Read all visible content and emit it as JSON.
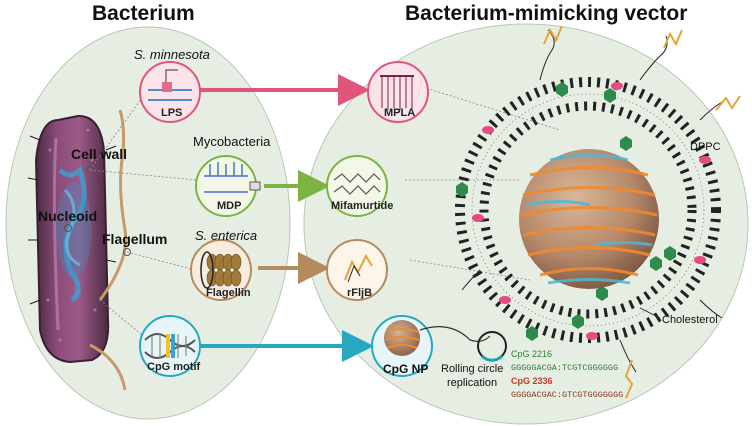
{
  "titles": {
    "left": "Bacterium",
    "right": "Bacterium-mimicking vector"
  },
  "sources": {
    "s_minnesota": "S. minnesota",
    "mycobacteria": "Mycobacteria",
    "s_enterica": "S. enterica"
  },
  "bacterium_parts": {
    "cell_wall": "Cell wall",
    "nucleoid": "Nucleoid",
    "flagellum": "Flagellum"
  },
  "bacterial_components": {
    "lps": "LPS",
    "mdp": "MDP",
    "flagellin": "Flagellin",
    "cpg_motif": "CpG motif"
  },
  "vector_components": {
    "mpla": "MPLA",
    "mifamurtide": "Mifamurtide",
    "rfljb": "rFljB",
    "cpg_np": "CpG NP"
  },
  "vector_labels": {
    "dppc": "DPPC",
    "cholesterol": "Cholesterol",
    "rolling_circle_line1": "Rolling circle",
    "rolling_circle_line2": "replication"
  },
  "sequences": {
    "cpg2216_name": "CpG 2216",
    "cpg2216_seq": "GGGGGACGA:TCGTCGGGGGG",
    "cpg2336_name": "CpG 2336",
    "cpg2336_seq": "GGGGACGAC:GTCGTGGGGGGG"
  },
  "colors": {
    "panel_fill": "#e6eee4",
    "arrow_lps": "#e0557a",
    "arrow_mdp": "#7cb342",
    "arrow_flagellin": "#b38b5d",
    "arrow_cpg": "#26a8c0",
    "cpg2216": "#2e7d32",
    "cpg2336": "#c0392b"
  }
}
